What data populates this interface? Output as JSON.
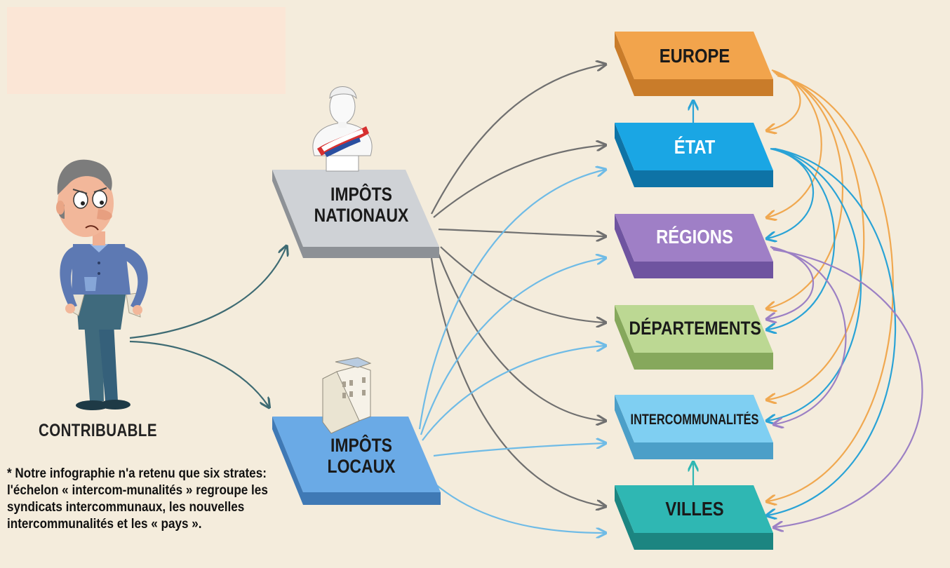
{
  "sources": [
    {
      "id": "nationaux",
      "line1": "IMPÔTS",
      "line2": "NATIONAUX",
      "color": "#cfd2d6",
      "side": "#8d9196",
      "icon": "marianne-bust-icon"
    },
    {
      "id": "locaux",
      "line1": "IMPÔTS",
      "line2": "LOCAUX",
      "color": "#6aaae6",
      "side": "#3f79b5",
      "icon": "building-icon"
    }
  ],
  "strata": [
    {
      "id": "europe",
      "label": "EUROPE",
      "color": "#f2a44c",
      "side": "#c97c2a"
    },
    {
      "id": "etat",
      "label": "ÉTAT",
      "color": "#1aa6e4",
      "side": "#0e73a6"
    },
    {
      "id": "regions",
      "label": "RÉGIONS",
      "color": "#9f7fc6",
      "side": "#6f54a0"
    },
    {
      "id": "departements",
      "label": "DÉPARTEMENTS",
      "color": "#bcd893",
      "side": "#86a85c"
    },
    {
      "id": "intercommunalites",
      "label": "INTERCOMMUNALITÉS",
      "color": "#7fcff2",
      "side": "#4c9fc8"
    },
    {
      "id": "villes",
      "label": "VILLES",
      "color": "#2fb7b3",
      "side": "#1c8581"
    }
  ],
  "taxpayer": {
    "label": "CONTRIBUABLE"
  },
  "footnote": "* Notre infographie n'a retenu que six strates: l'échelon « intercom-munalités » regroupe les syndicats intercommunaux, les nouvelles intercommunalités et les « pays ».",
  "colors": {
    "background": "#f4ecdc",
    "note_box": "#fbe6d6",
    "gray_arrow": "#707070",
    "blue_arrow": "#6fbbe6",
    "dark_arrow": "#3e6b73"
  }
}
